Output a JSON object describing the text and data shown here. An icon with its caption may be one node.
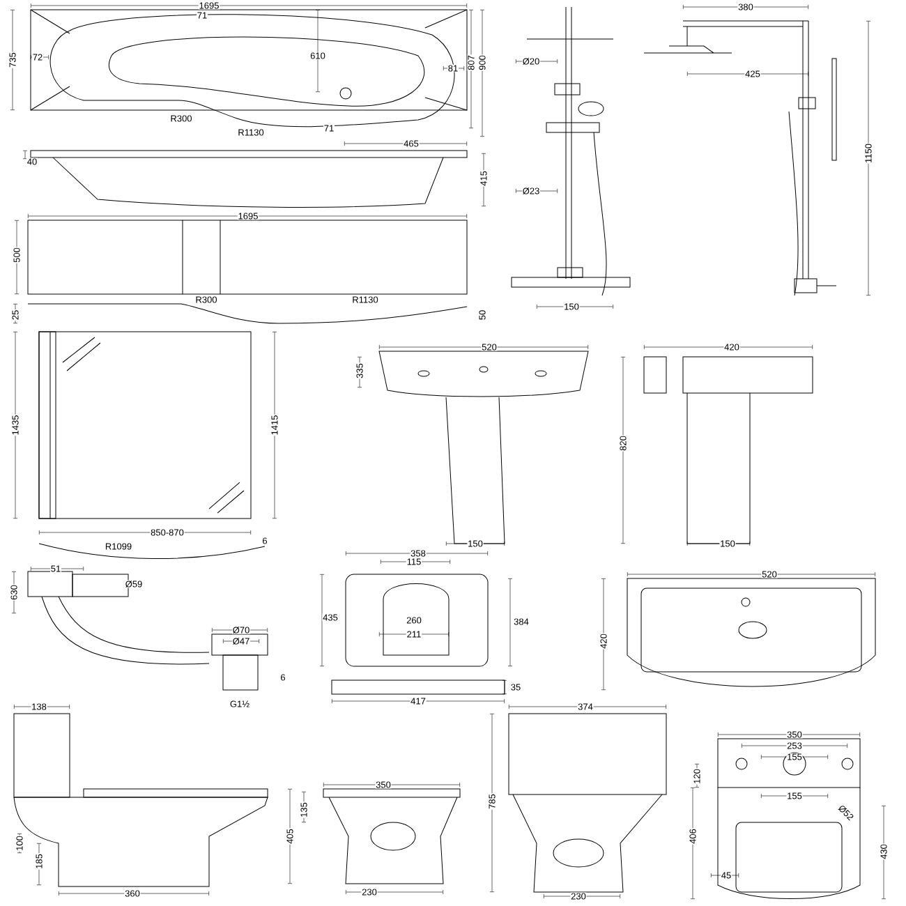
{
  "diagram": {
    "labels": [
      "1695",
      "71",
      "735",
      "72",
      "610",
      "81",
      "R300",
      "R1130",
      "71",
      "465",
      "807",
      "900",
      "40",
      "415",
      "1695",
      "500",
      "25",
      "R300",
      "R1130",
      "50",
      "Ø20",
      "Ø23",
      "150",
      "380",
      "425",
      "1150",
      "1435",
      "1415",
      "850-870",
      "R1099",
      "6",
      "520",
      "335",
      "150",
      "420",
      "820",
      "150",
      "51",
      "630",
      "Ø59",
      "Ø70",
      "Ø47",
      "G1½",
      "6",
      "358",
      "115",
      "435",
      "260",
      "211",
      "384",
      "35",
      "417",
      "520",
      "420",
      "138",
      "100",
      "185",
      "360",
      "350",
      "135",
      "405",
      "230",
      "374",
      "785",
      "230",
      "350",
      "253",
      "155",
      "120",
      "155",
      "Ø52",
      "406",
      "430",
      "45"
    ]
  }
}
